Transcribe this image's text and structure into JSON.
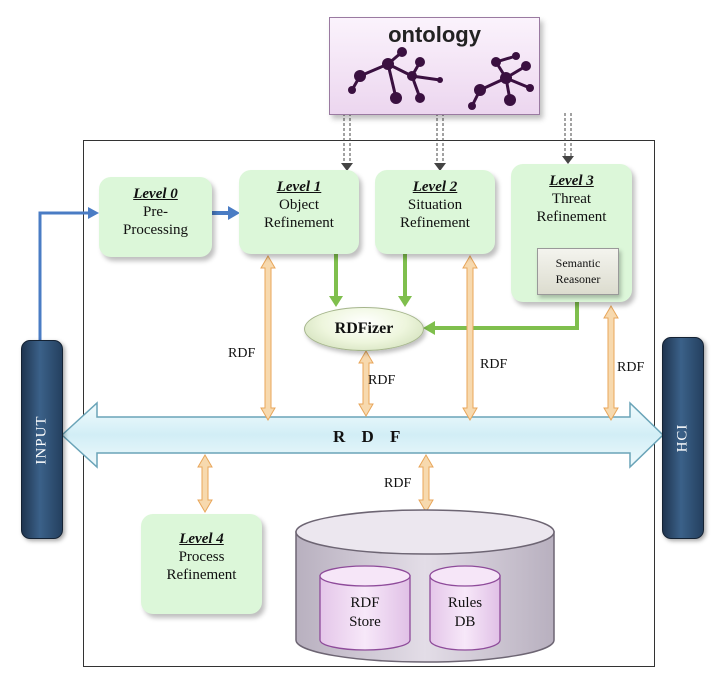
{
  "ontology": {
    "title": "ontology"
  },
  "levels": [
    {
      "level": "Level 0",
      "name_line1": "Pre-",
      "name_line2": "Processing"
    },
    {
      "level": "Level 1",
      "name_line1": "Object",
      "name_line2": "Refinement"
    },
    {
      "level": "Level 2",
      "name_line1": "Situation",
      "name_line2": "Refinement"
    },
    {
      "level": "Level 3",
      "name_line1": "Threat",
      "name_line2": "Refinement"
    },
    {
      "level": "Level 4",
      "name_line1": "Process",
      "name_line2": "Refinement"
    }
  ],
  "semantic_reasoner": {
    "line1": "Semantic",
    "line2": "Reasoner"
  },
  "rdfizer": "RDFizer",
  "bus_label": "R D F",
  "input_label": "INPUT",
  "hci_label": "HCI",
  "link_label": "RDF",
  "rdf_store": {
    "line1": "RDF",
    "line2": "Store"
  },
  "rules_db": {
    "line1": "Rules",
    "line2": "DB"
  },
  "colors": {
    "box": "#dcf7d9",
    "green_arrow": "#7fbf4d",
    "blue_arrow": "#4a7cc4",
    "orange_arrow": "#f3c68f",
    "bus": "#dff3f8",
    "bars": "#2c4a6e",
    "db": "#d0c9d6",
    "db_inner": "#ecd3f0"
  }
}
